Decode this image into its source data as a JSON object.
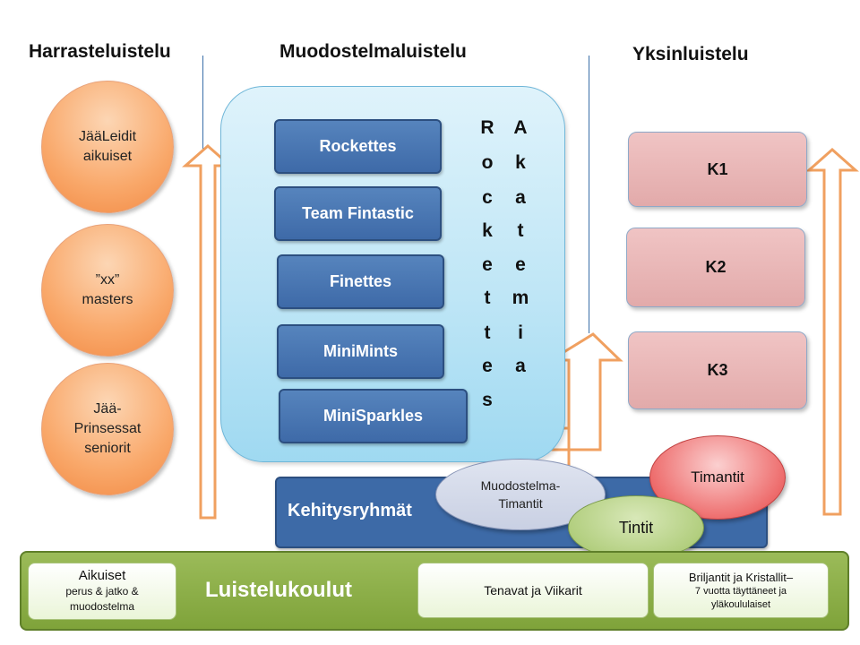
{
  "headings": {
    "recreational": "Harrasteluistelu",
    "synchro": "Muodostelmaluistelu",
    "single": "Yksinluistelu"
  },
  "recreational_groups": [
    {
      "label": "JääLeidit\naikuiset"
    },
    {
      "label": "”xx”\nmasters"
    },
    {
      "label": "Jää-\nPrinsessat\nseniorit"
    }
  ],
  "synchro_teams": [
    "Rockettes",
    "Team Fintastic",
    "Finettes",
    "MiniMints",
    "MiniSparkles"
  ],
  "vertical_words": {
    "rockettes": [
      "R",
      "o",
      "c",
      "k",
      "e",
      "t",
      "t",
      "e",
      "s"
    ],
    "akatemia": [
      "A",
      "k",
      "a",
      "t",
      "e",
      "m",
      "i",
      "a"
    ]
  },
  "single_levels": [
    "K1",
    "K2",
    "K3"
  ],
  "development": {
    "label": "Kehitysryhmät",
    "muodostelma_timantit": "Muodostelma-\nTimantit",
    "timantit": "Timantit",
    "tintit": "Tintit"
  },
  "skating_school": {
    "label": "Luistelukoulut",
    "adults_title": "Aikuiset",
    "adults_sub": "perus & jatko &\nmuodostelma",
    "tenavat": "Tenavat ja Viikarit",
    "briljantit_title": "Briljantit ja Kristallit–",
    "briljantit_sub": "7 vuotta täyttäneet ja\nyläkoululaiset"
  },
  "colors": {
    "orange_circle": "#f9a86a",
    "team_blue": "#3e6aa8",
    "pink_box": "#e2aaaa",
    "green_bar": "#8cae47",
    "arrow_orange": "#f0a060"
  }
}
